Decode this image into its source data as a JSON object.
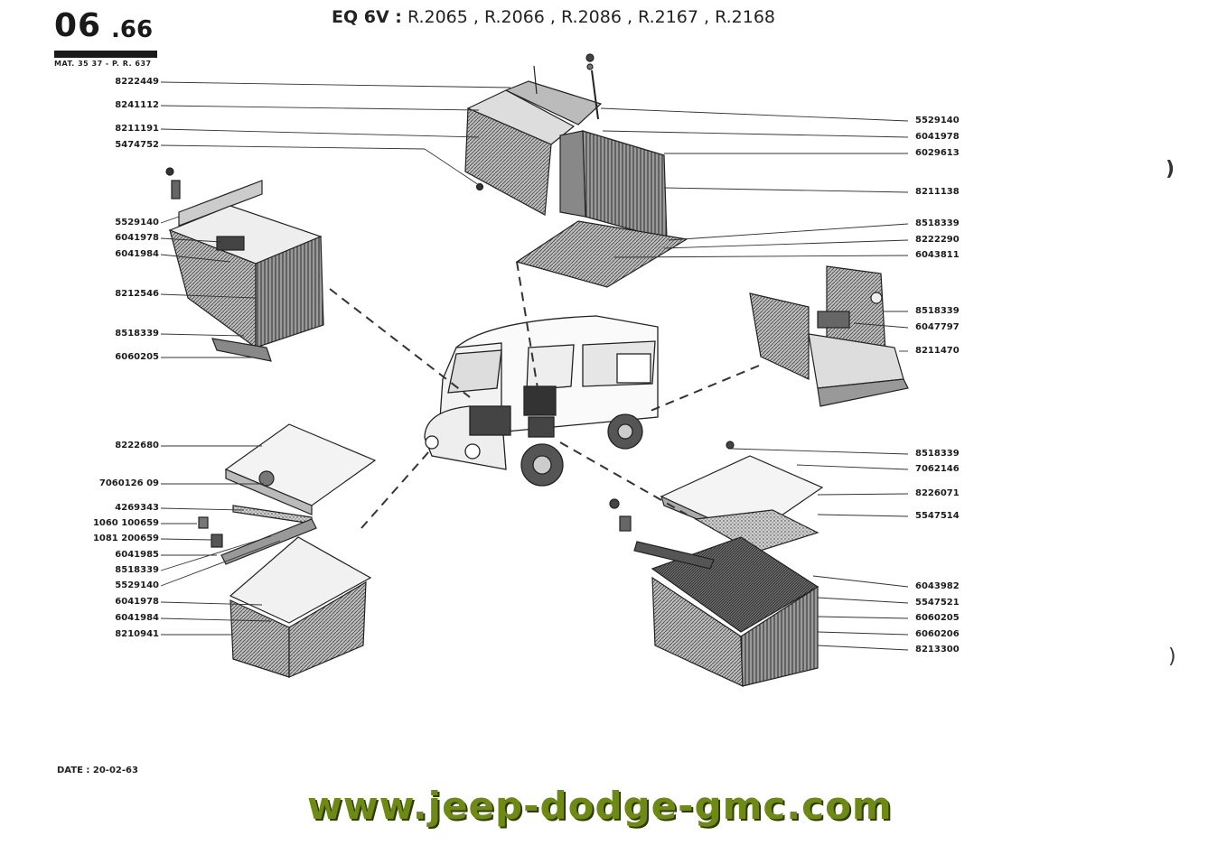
{
  "header": {
    "group_main": "06",
    "group_sub": ".66",
    "material_ref": "MAT. 35 37 - P. R. 637",
    "title_prefix": "EQ 6V :",
    "title_models": "R.2065 , R.2066 , R.2086 , R.2167 , R.2168"
  },
  "left_labels": {
    "a1": "8222449",
    "a2": "8241112",
    "a3": "8211191",
    "a4": "5474752",
    "b1": "5529140",
    "b2": "6041978",
    "b3": "6041984",
    "b4": "8212546",
    "b5": "8518339",
    "b6": "6060205",
    "c1": "8222680",
    "c2": "7060126 09",
    "c3": "4269343",
    "c4": "1060 100659",
    "c5": "1081 200659",
    "c6": "6041985",
    "c7": "8518339",
    "c8": "5529140",
    "c9": "6041978",
    "c10": "6041984",
    "c11": "8210941"
  },
  "right_labels": {
    "a1": "5529140",
    "a2": "6041978",
    "a3": "6029613",
    "a4": "8211138",
    "a5": "8518339",
    "a6": "8222290",
    "a7": "6043811",
    "b1": "8518339",
    "b2": "6047797",
    "b3": "8211470",
    "c1": "8518339",
    "c2": "7062146",
    "c3": "8226071",
    "c4": "5547514",
    "c5": "6043982",
    "c6": "5547521",
    "c7": "6060205",
    "c8": "6060206",
    "c9": "8213300"
  },
  "footer": {
    "date": "DATE : 20-02-63",
    "watermark": "www.jeep-dodge-gmc.com"
  }
}
